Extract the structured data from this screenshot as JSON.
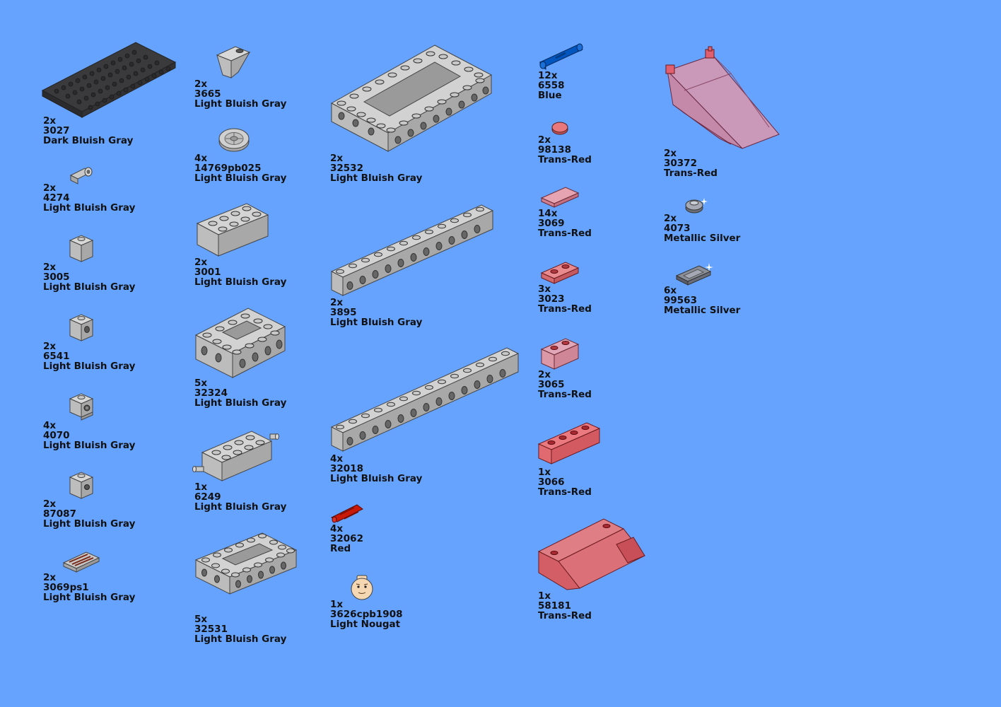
{
  "part_list": [
    {
      "qty": "2x",
      "part_number": "3027",
      "color_name": "Dark Bluish Gray",
      "icon": "plate-6x16-icon"
    },
    {
      "qty": "2x",
      "part_number": "4274",
      "color_name": "Light Bluish Gray",
      "icon": "technic-pin-icon"
    },
    {
      "qty": "2x",
      "part_number": "3005",
      "color_name": "Light Bluish Gray",
      "icon": "brick-1x1-icon"
    },
    {
      "qty": "2x",
      "part_number": "6541",
      "color_name": "Light Bluish Gray",
      "icon": "technic-brick-1x1-hole-icon"
    },
    {
      "qty": "4x",
      "part_number": "4070",
      "color_name": "Light Bluish Gray",
      "icon": "headlight-brick-icon"
    },
    {
      "qty": "2x",
      "part_number": "87087",
      "color_name": "Light Bluish Gray",
      "icon": "brick-stud-side-icon"
    },
    {
      "qty": "2x",
      "part_number": "3069ps1",
      "color_name": "Light Bluish Gray",
      "icon": "printed-tile-icon"
    },
    {
      "qty": "2x",
      "part_number": "3665",
      "color_name": "Light Bluish Gray",
      "icon": "inverted-slope-icon"
    },
    {
      "qty": "4x",
      "part_number": "14769pb025",
      "color_name": "Light Bluish Gray",
      "icon": "round-tile-printed-icon"
    },
    {
      "qty": "2x",
      "part_number": "3001",
      "color_name": "Light Bluish Gray",
      "icon": "brick-2x4-icon"
    },
    {
      "qty": "5x",
      "part_number": "32324",
      "color_name": "Light Bluish Gray",
      "icon": "technic-open-brick-4x4-icon"
    },
    {
      "qty": "1x",
      "part_number": "6249",
      "color_name": "Light Bluish Gray",
      "icon": "brick-with-axles-icon"
    },
    {
      "qty": "5x",
      "part_number": "32531",
      "color_name": "Light Bluish Gray",
      "icon": "technic-open-brick-4x6-icon"
    },
    {
      "qty": "2x",
      "part_number": "32532",
      "color_name": "Light Bluish Gray",
      "icon": "technic-open-brick-6x8-icon"
    },
    {
      "qty": "2x",
      "part_number": "3895",
      "color_name": "Light Bluish Gray",
      "icon": "technic-brick-1x12-icon"
    },
    {
      "qty": "4x",
      "part_number": "32018",
      "color_name": "Light Bluish Gray",
      "icon": "technic-brick-1x14-icon"
    },
    {
      "qty": "4x",
      "part_number": "32062",
      "color_name": "Red",
      "icon": "technic-axle-2-icon"
    },
    {
      "qty": "1x",
      "part_number": "3626cpb1908",
      "color_name": "Light Nougat",
      "icon": "minifig-head-icon"
    },
    {
      "qty": "12x",
      "part_number": "6558",
      "color_name": "Blue",
      "icon": "technic-pin-long-icon"
    },
    {
      "qty": "2x",
      "part_number": "98138",
      "color_name": "Trans-Red",
      "icon": "round-tile-1x1-icon"
    },
    {
      "qty": "14x",
      "part_number": "3069",
      "color_name": "Trans-Red",
      "icon": "tile-1x2-icon"
    },
    {
      "qty": "3x",
      "part_number": "3023",
      "color_name": "Trans-Red",
      "icon": "plate-1x2-icon"
    },
    {
      "qty": "2x",
      "part_number": "3065",
      "color_name": "Trans-Red",
      "icon": "brick-1x2-trans-icon"
    },
    {
      "qty": "1x",
      "part_number": "3066",
      "color_name": "Trans-Red",
      "icon": "brick-1x4-trans-icon"
    },
    {
      "qty": "1x",
      "part_number": "58181",
      "color_name": "Trans-Red",
      "icon": "windscreen-3x4-icon"
    },
    {
      "qty": "2x",
      "part_number": "30372",
      "color_name": "Trans-Red",
      "icon": "cockpit-canopy-icon"
    },
    {
      "qty": "2x",
      "part_number": "4073",
      "color_name": "Metallic Silver",
      "icon": "round-plate-1x1-icon"
    },
    {
      "qty": "6x",
      "part_number": "99563",
      "color_name": "Metallic Silver",
      "icon": "ingot-icon"
    }
  ],
  "colors": {
    "background": "#66a3ff",
    "dark_bluish_gray": "#3a3a3c",
    "light_bluish_gray": "#c8c8c8",
    "red": "#c91a09",
    "blue": "#0055bf",
    "trans_red": "#e8a0b4",
    "light_nougat": "#f6d7b3",
    "metallic_silver": "#a5a9b4"
  }
}
